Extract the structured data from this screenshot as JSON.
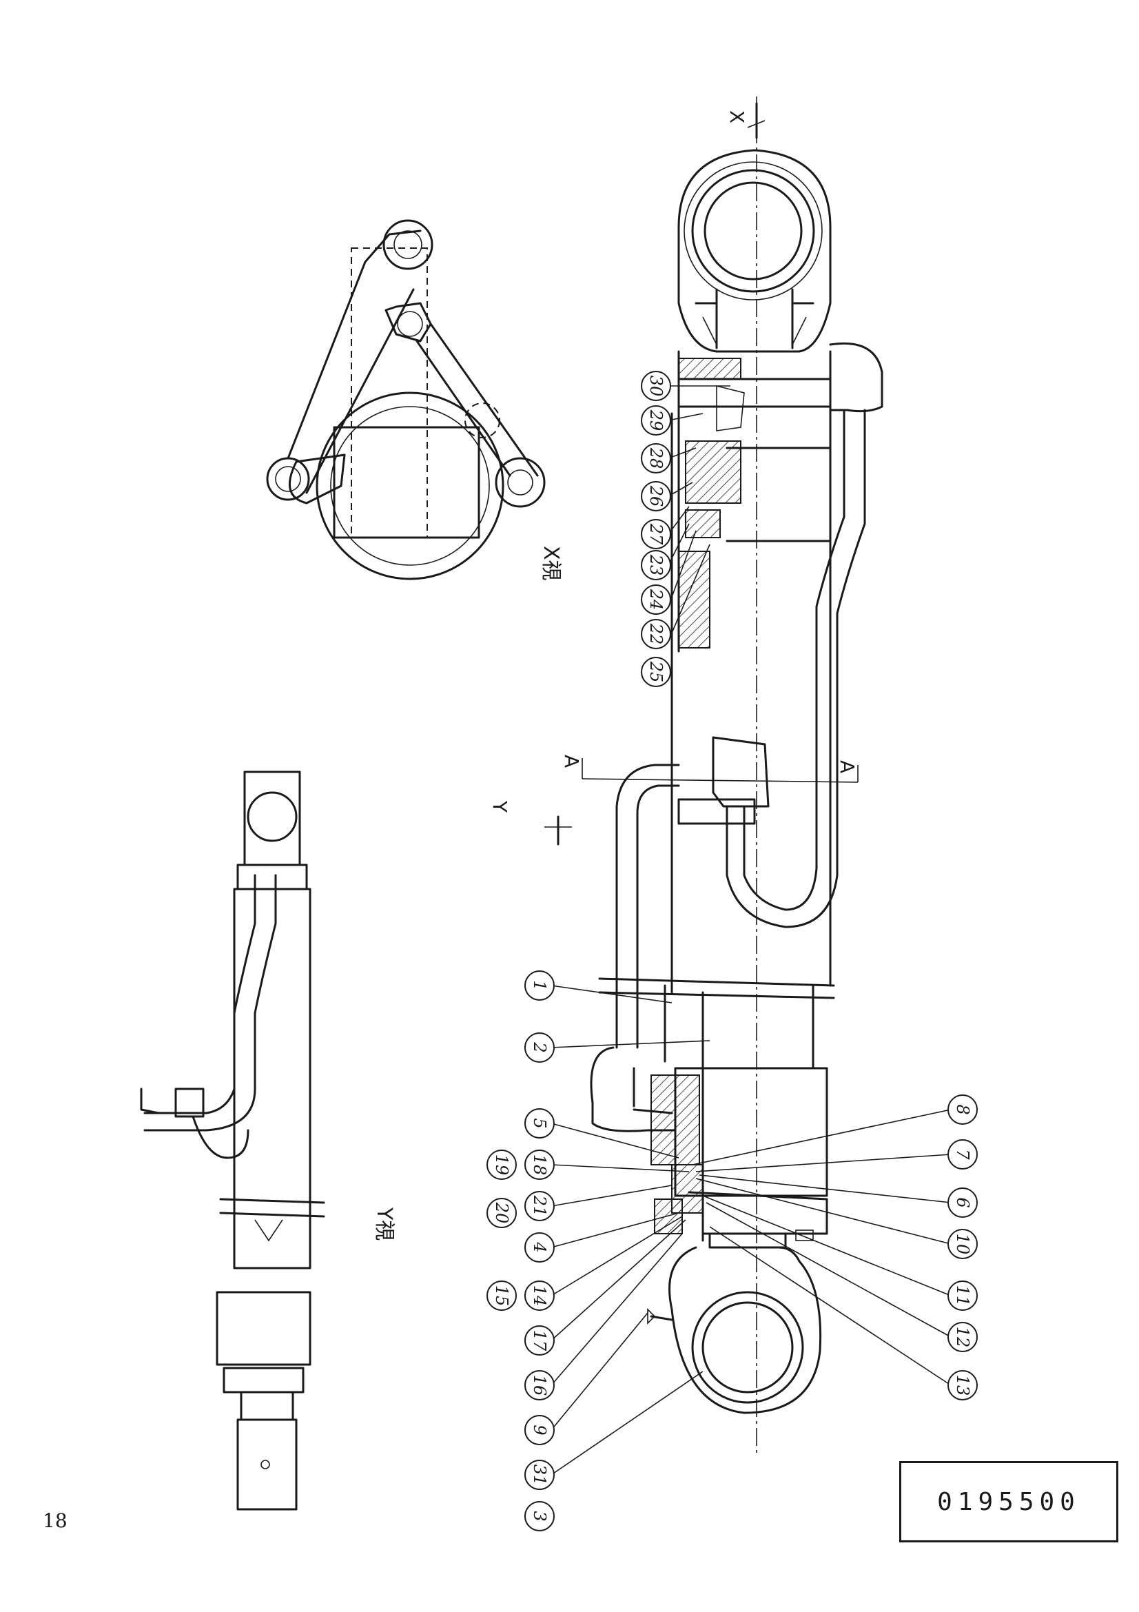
{
  "page": {
    "number": "18"
  },
  "drawing": {
    "number": "0195500"
  },
  "views": {
    "x_view_label": "X視",
    "y_view_label": "Y視",
    "x_arrow_label": "X",
    "y_arrow_label": "Y",
    "section_label": "A"
  },
  "balloons": {
    "b1": "1",
    "b2": "2",
    "b3": "3",
    "b4": "4",
    "b5": "5",
    "b6": "6",
    "b7": "7",
    "b8": "8",
    "b9": "9",
    "b10": "10",
    "b11": "11",
    "b12": "12",
    "b13": "13",
    "b14": "14",
    "b15": "15",
    "b16": "16",
    "b17": "17",
    "b18": "18",
    "b19": "19",
    "b20": "20",
    "b21": "21",
    "b22": "22",
    "b23": "23",
    "b24": "24",
    "b25": "25",
    "b26": "26",
    "b27": "27",
    "b28": "28",
    "b29": "29",
    "b30": "30",
    "b31": "31"
  }
}
